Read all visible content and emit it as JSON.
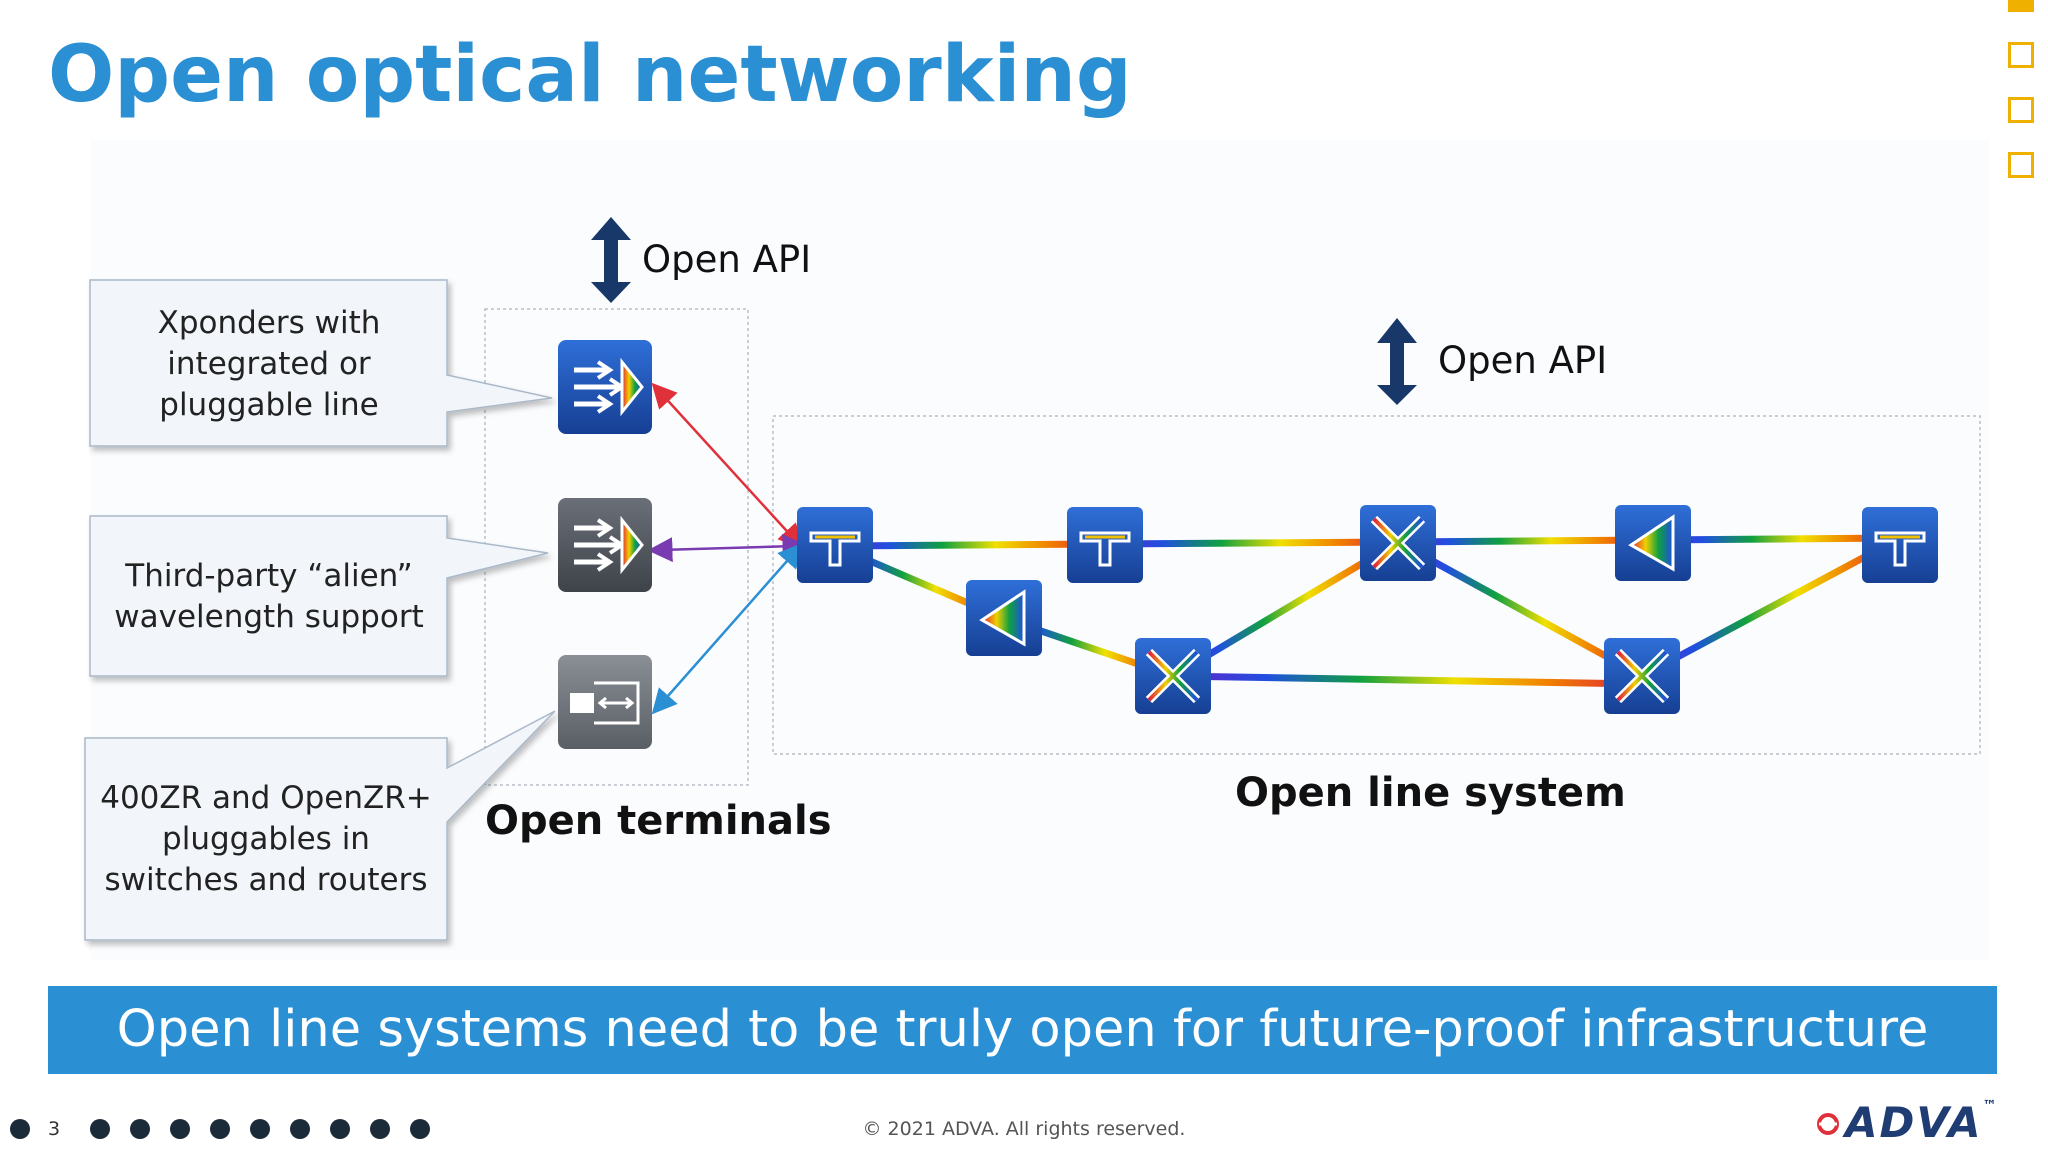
{
  "title": "Open optical networking",
  "callouts": [
    "Xponders with\nintegrated or\npluggable line",
    "Third-party “alien”\nwavelength support",
    "400ZR and OpenZR+\npluggables in\nswitches and routers"
  ],
  "open_api_left": "Open API",
  "open_api_right": "Open API",
  "open_terminals_label": "Open terminals",
  "open_line_system_label": "Open line system",
  "banner": "Open line systems need to be truly open for future-proof infrastructure",
  "page_number": "3",
  "copyright": "© 2021 ADVA. All rights reserved.",
  "logo": "ADVA",
  "logo_tm": "™",
  "colors": {
    "title_blue": "#2a8fd3",
    "banner_blue": "#2a8fd3",
    "icon_blue": "#1f4fa8",
    "icon_gray": "#555a61",
    "nav_accent": "#f0b000",
    "arrow_navy": "#173868"
  }
}
